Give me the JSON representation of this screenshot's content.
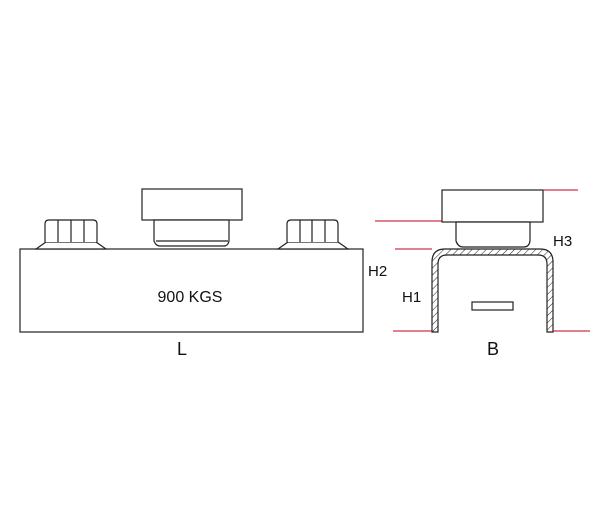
{
  "labels": {
    "weight": "900 KGS",
    "length": "L",
    "breadth": "B",
    "h1": "H1",
    "h2": "H2",
    "h3": "H3"
  },
  "colors": {
    "outline": "#222222",
    "dimension_line": "#c0001a"
  }
}
